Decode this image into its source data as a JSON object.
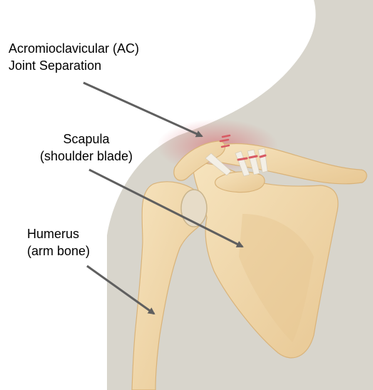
{
  "labels": {
    "ac_joint": {
      "line1": "Acromioclavicular (AC)",
      "line2": "Joint Separation"
    },
    "scapula": {
      "line1": "Scapula",
      "line2": "(shoulder blade)"
    },
    "humerus": {
      "line1": "Humerus",
      "line2": "(arm bone)"
    }
  },
  "colors": {
    "background": "#ffffff",
    "skin_silhouette": "#d8d5cc",
    "bone_fill": "#f1d9ae",
    "bone_shadow": "#e0be87",
    "bone_outline": "#d9b37a",
    "ligament": "#f3efe6",
    "injury_red": "#d85a63",
    "arrow": "#5f5f5f",
    "label_text": "#000000"
  }
}
